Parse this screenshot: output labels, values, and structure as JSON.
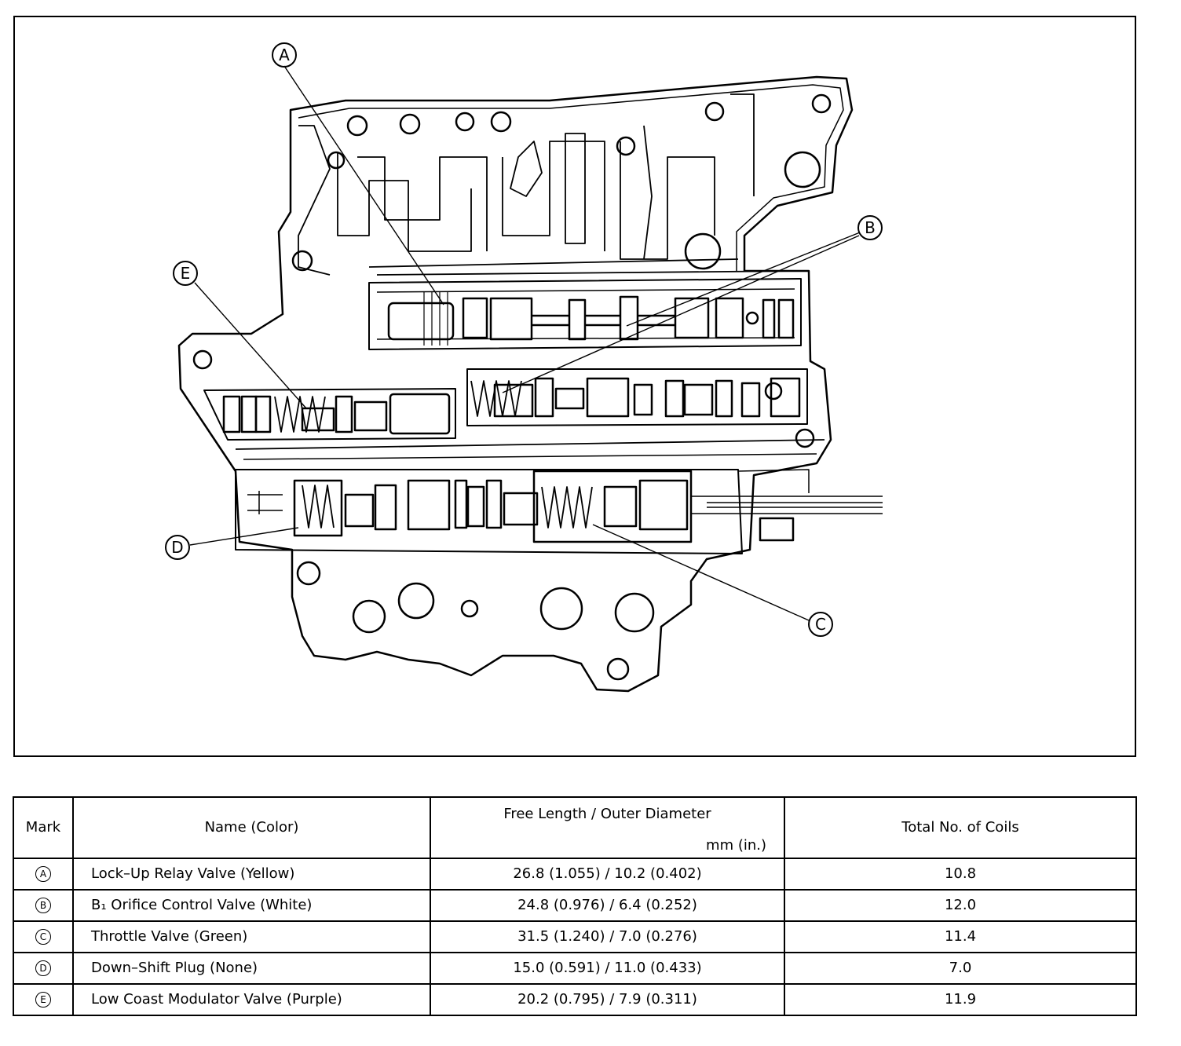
{
  "diagram": {
    "callouts": [
      "A",
      "B",
      "C",
      "D",
      "E"
    ]
  },
  "table": {
    "headers": {
      "mark": "Mark",
      "name": "Name (Color)",
      "spec_line1": "Free Length / Outer Diameter",
      "spec_unit": "mm (in.)",
      "coils": "Total No. of Coils"
    },
    "rows": [
      {
        "mark": "A",
        "name": "Lock–Up Relay Valve (Yellow)",
        "spec": "26.8 (1.055) / 10.2 (0.402)",
        "coils": "10.8"
      },
      {
        "mark": "B",
        "name": "B₁ Orifice Control Valve (White)",
        "spec": "24.8 (0.976) / 6.4 (0.252)",
        "coils": "12.0"
      },
      {
        "mark": "C",
        "name": "Throttle Valve (Green)",
        "spec": "31.5 (1.240) / 7.0 (0.276)",
        "coils": "11.4"
      },
      {
        "mark": "D",
        "name": "Down–Shift Plug (None)",
        "spec": "15.0 (0.591) / 11.0 (0.433)",
        "coils": "7.0"
      },
      {
        "mark": "E",
        "name": "Low Coast Modulator Valve (Purple)",
        "spec": "20.2 (0.795) / 7.9 (0.311)",
        "coils": "11.9"
      }
    ]
  }
}
